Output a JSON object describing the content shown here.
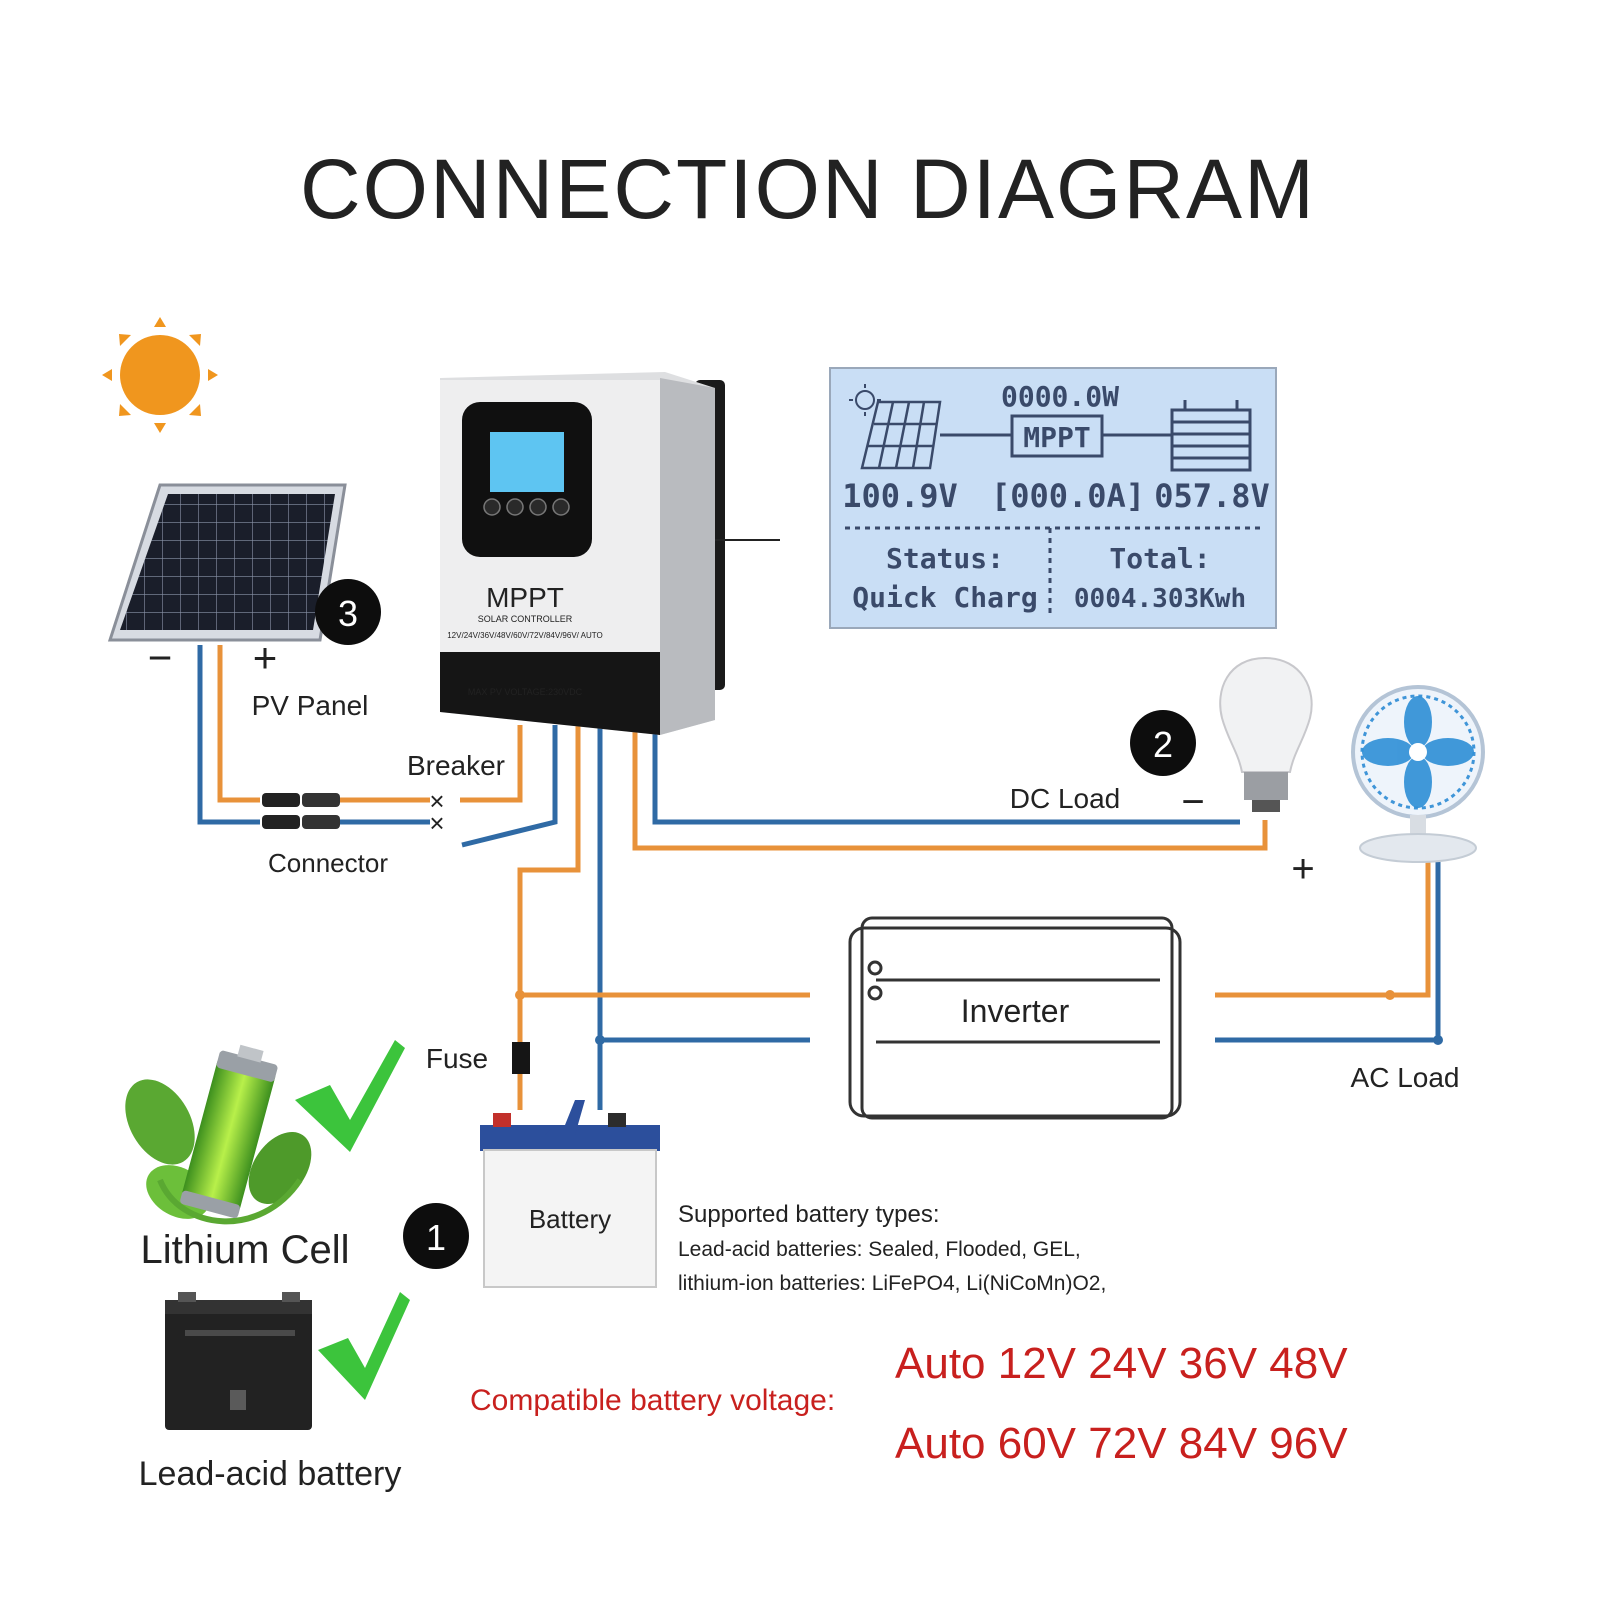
{
  "title": "CONNECTION DIAGRAM",
  "labels": {
    "pv_panel": "PV Panel",
    "breaker": "Breaker",
    "connector": "Connector",
    "dc_load": "DC Load",
    "fuse": "Fuse",
    "inverter": "Inverter",
    "ac_load": "AC Load",
    "battery": "Battery",
    "lithium_cell": "Lithium Cell",
    "lead_acid": "Lead-acid battery",
    "minus": "−",
    "plus": "+",
    "breaker_x": "×"
  },
  "badges": {
    "one": "1",
    "two": "2",
    "three": "3"
  },
  "controller": {
    "brand": "MPPT",
    "subtitle": "SOLAR CONTROLLER",
    "voltages": "12V/24V/36V/48V/60V/72V/84V/96V/ AUTO",
    "max_pv": "MAX PV VOLTAGE:230VDC"
  },
  "lcd": {
    "power": "0000.0W",
    "mode": "MPPT",
    "pv_voltage": "100.9V",
    "current": "[000.0A]",
    "battery_voltage": "057.8V",
    "status_label": "Status:",
    "status_value": "Quick Charg",
    "total_label": "Total:",
    "total_value": "0004.303Kwh"
  },
  "supported": {
    "heading": "Supported battery types:",
    "line1": "Lead-acid batteries: Sealed, Flooded, GEL,",
    "line2": "lithium-ion batteries: LiFePO4, Li(NiCoMn)O2,"
  },
  "compatible": {
    "label": "Compatible battery voltage:",
    "row1": "Auto 12V 24V 36V 48V",
    "row2": "Auto 60V 72V 84V 96V"
  },
  "colors": {
    "orange_wire": "#e8923a",
    "blue_wire": "#2f6aa5",
    "lcd_bg": "#c9def5",
    "red_text": "#c8201e",
    "check_green": "#3cc43c"
  }
}
